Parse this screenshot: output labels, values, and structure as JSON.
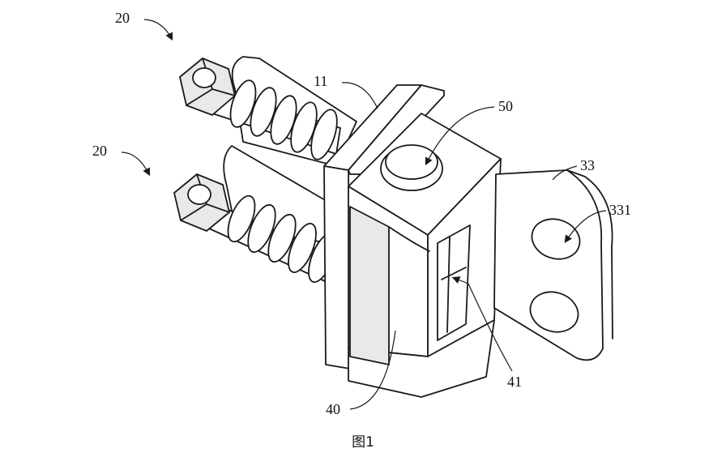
{
  "figure": {
    "caption": "图1",
    "labels": {
      "l20a": "20",
      "l20b": "20",
      "l11": "11",
      "l50": "50",
      "l33": "33",
      "l331": "331",
      "l41": "41",
      "l40": "40"
    },
    "stroke_color": "#1a1a1a",
    "background": "#ffffff"
  }
}
